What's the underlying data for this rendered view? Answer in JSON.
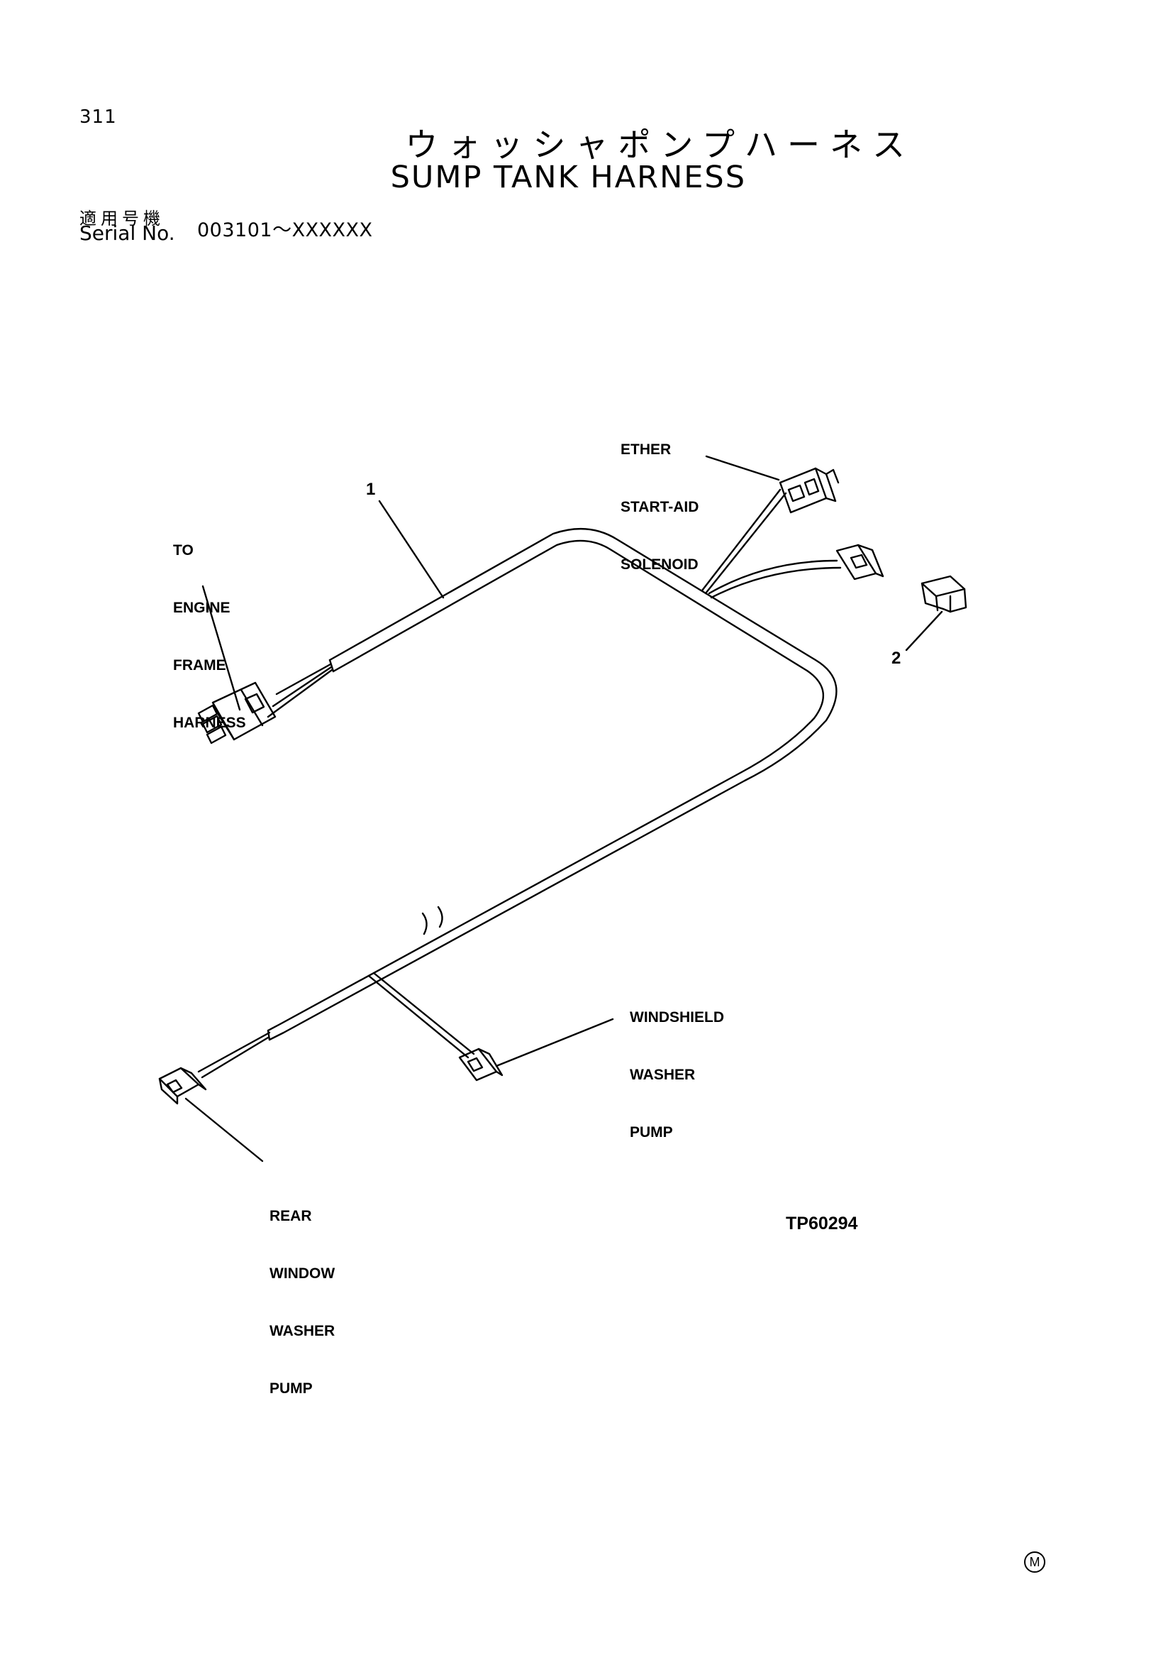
{
  "header": {
    "page_number": "311",
    "title_jp": "ウォッシャポンプハーネス",
    "title_en": "SUMP TANK HARNESS",
    "serial_label_jp": "適用号機",
    "serial_label_en": "Serial No.",
    "serial_range": "003101～XXXXXX"
  },
  "labels": {
    "ether_solenoid": [
      "ETHER",
      "START-AID",
      "SOLENOID"
    ],
    "engine_frame": [
      "TO",
      "ENGINE",
      "FRAME",
      "HARNESS"
    ],
    "windshield_pump": [
      "WINDSHIELD",
      "WASHER",
      "PUMP"
    ],
    "rear_window_pump": [
      "REAR",
      "WINDOW",
      "WASHER",
      "PUMP"
    ]
  },
  "callouts": {
    "item1": "1",
    "item2": "2"
  },
  "figure_code": "TP60294",
  "mark": "M"
}
